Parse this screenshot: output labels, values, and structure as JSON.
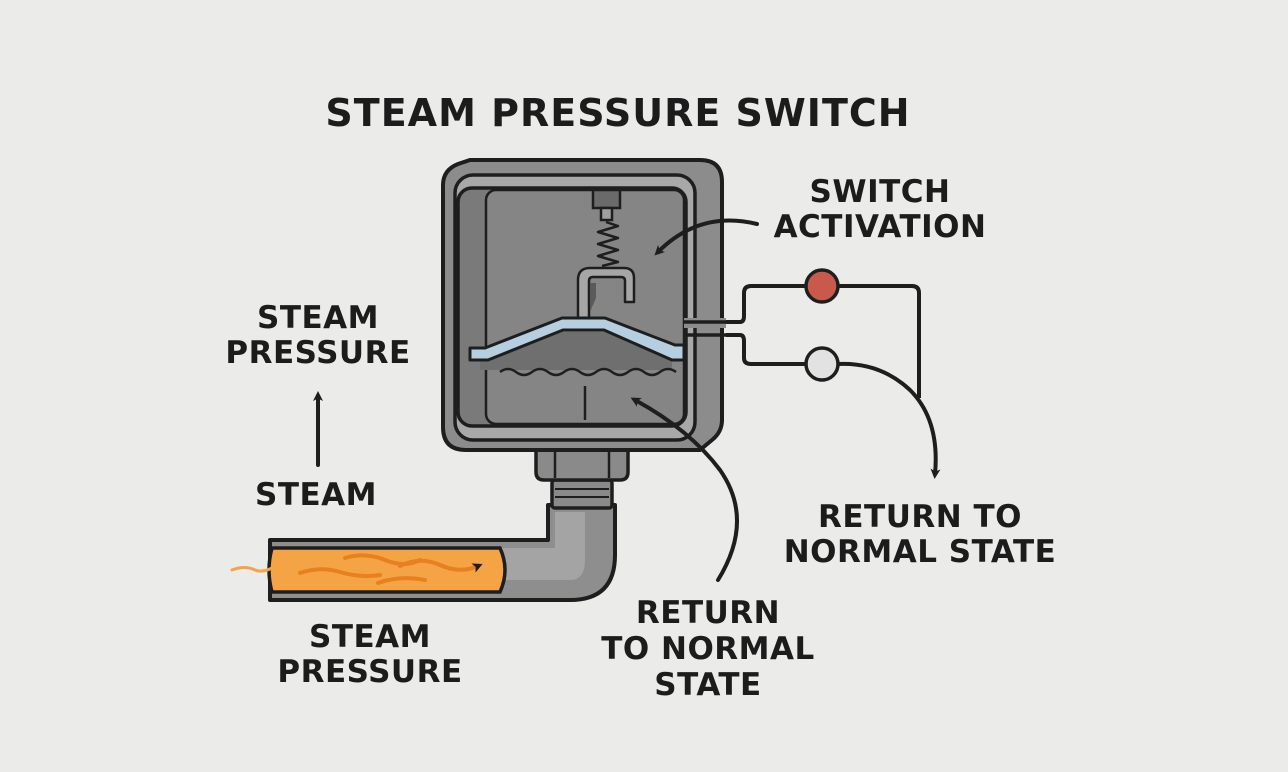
{
  "title": "STEAM PRESSURE SWITCH",
  "labels": {
    "switch_activation": [
      "SWITCH",
      "ACTIVATION"
    ],
    "steam_pressure_left": [
      "STEAM",
      "PRESSURE"
    ],
    "steam": "STEAM",
    "steam_pressure_bottom": [
      "STEAM",
      "PRESSURE"
    ],
    "return_center": [
      "RETURN",
      "TO NORMAL",
      "STATE"
    ],
    "return_right": [
      "RETURN TO",
      "NORMAL STATE"
    ]
  },
  "components": {
    "housing": "switch-housing",
    "diaphragm": "diaphragm",
    "spring": "spring",
    "contact_hook": "switch-contact",
    "inlet_pipe": "steam-inlet-pipe",
    "indicators": [
      {
        "name": "activated-indicator",
        "color": "#c9594a"
      },
      {
        "name": "normal-indicator",
        "color": "#e2e2e2"
      }
    ]
  },
  "colors": {
    "background": "#ebebea",
    "outline": "#1e1e1e",
    "housing_outer": "#8a8a8a",
    "housing_inner": "#7a7a7a",
    "diaphragm": "#b5cfe0",
    "steam": "#f4a445",
    "steam_flow": "#e8801f"
  }
}
